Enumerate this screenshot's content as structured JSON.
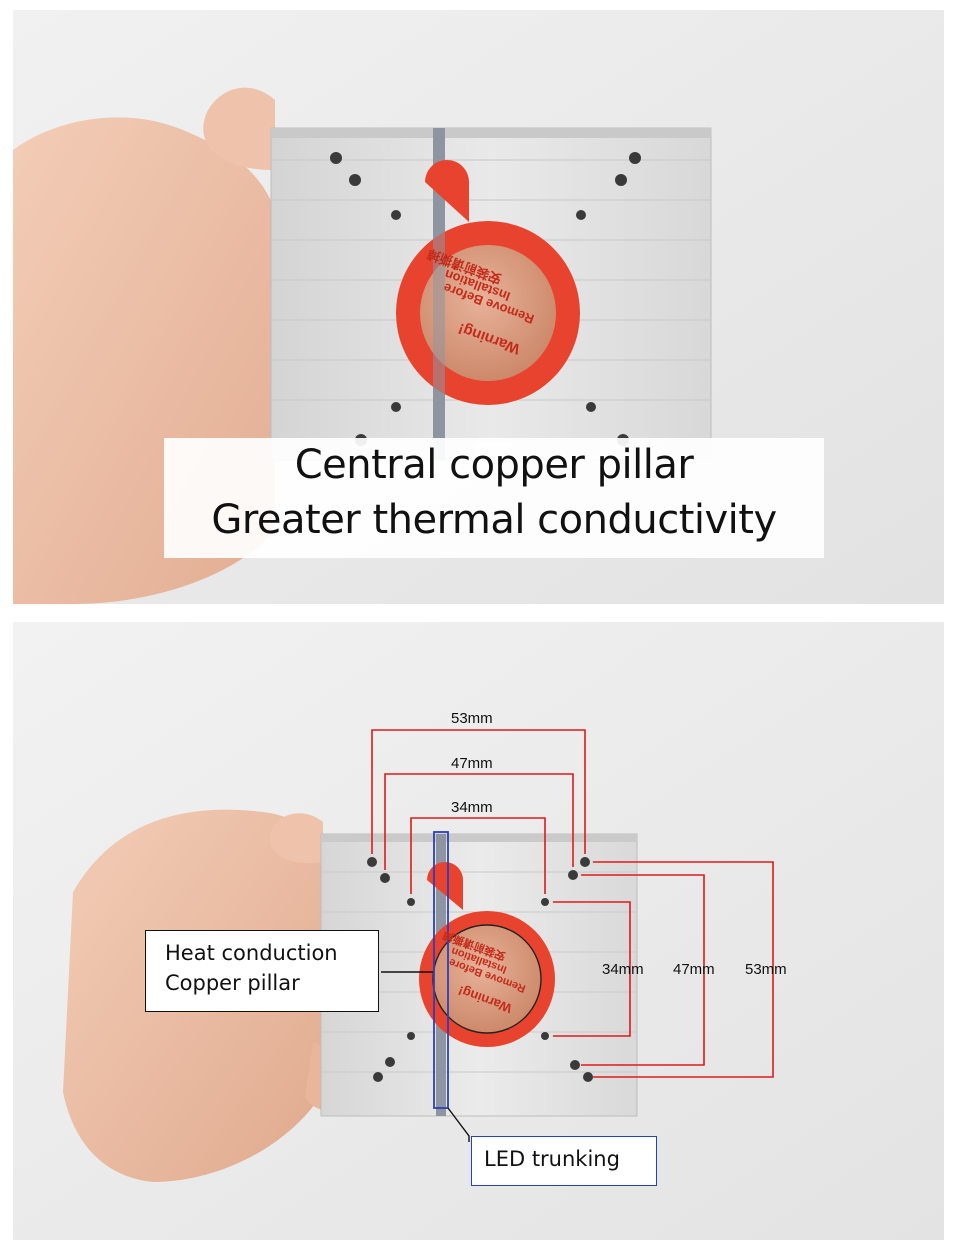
{
  "panel_top": {
    "caption_line1": "Central copper pillar",
    "caption_line2": "Greater thermal conductivity",
    "sticker": {
      "cn": "安装前请撕掉",
      "en1": "Remove Before",
      "en2": "Installation",
      "en3": "Warning!"
    }
  },
  "panel_bottom": {
    "dim_top_53": "53mm",
    "dim_top_47": "47mm",
    "dim_top_34": "34mm",
    "dim_right_34": "34mm",
    "dim_right_47": "47mm",
    "dim_right_53": "53mm",
    "label_heat_line1": "Heat conduction",
    "label_heat_line2": "Copper pillar",
    "label_led": "LED trunking",
    "sticker": {
      "cn": "安装前请撕掉",
      "en1": "Remove Before",
      "en2": "Installation",
      "en3": "Warning!"
    }
  },
  "colors": {
    "dimension_line": "#e01a1a",
    "trunking_box": "#2a3fbf",
    "sticker_red": "#e8432e",
    "copper": "#d9967a",
    "aluminum": "#dcdcdc",
    "skin": "#eec4ad"
  }
}
